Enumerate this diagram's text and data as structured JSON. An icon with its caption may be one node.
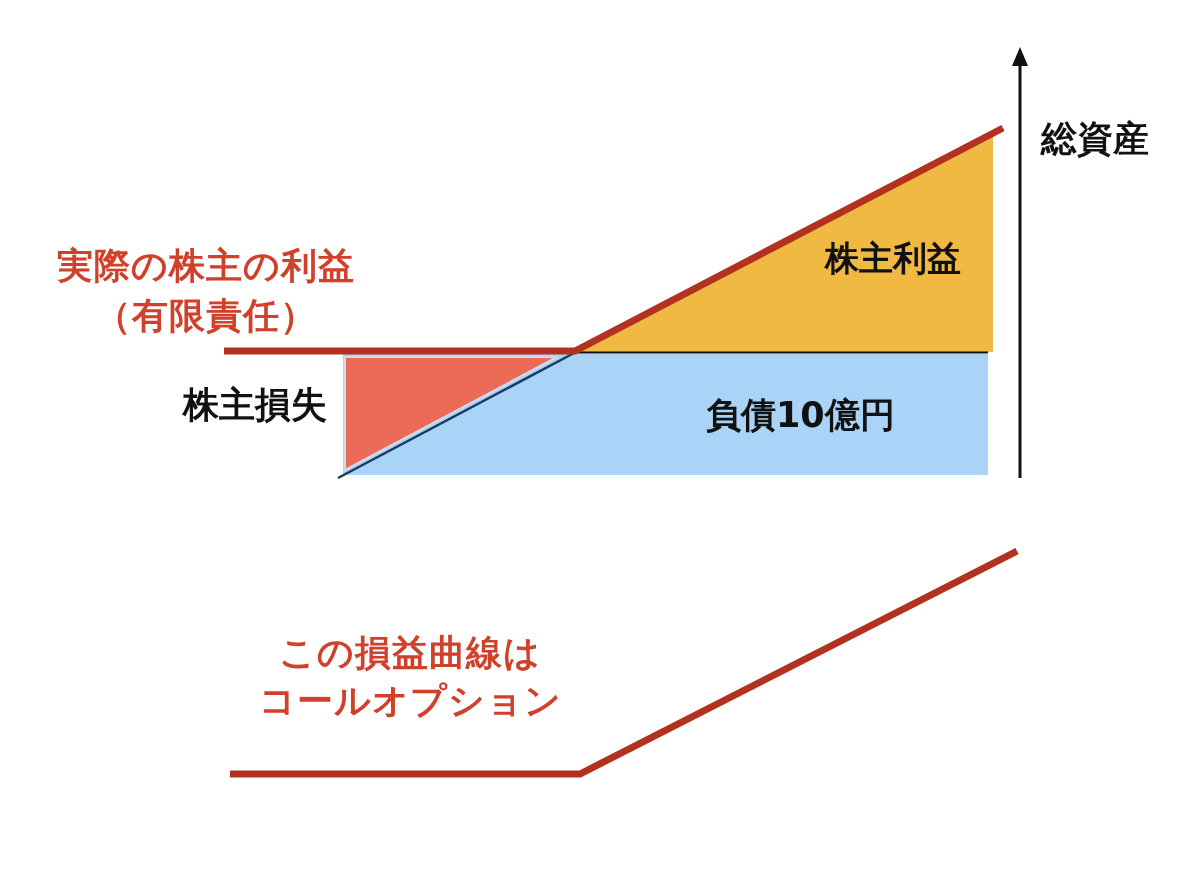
{
  "diagram": {
    "nodes": [
      {
        "text": [
          "株主利益"
        ]
      },
      {
        "text": [
          "株主損失"
        ],
        "in": 2
      },
      {
        "text": [
          "負債10億円"
        ]
      }
    ],
    "labels": [
      "総資産",
      "実際の株主の利益（有限責任）",
      "この損益曲線はコールオプション"
    ]
  }
}
